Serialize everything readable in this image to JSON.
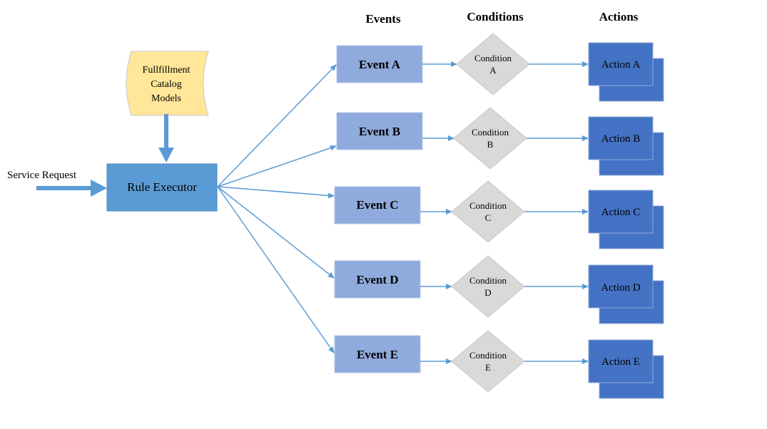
{
  "headers": {
    "events": "Events",
    "conditions": "Conditions",
    "actions": "Actions"
  },
  "service_request": "Service Request",
  "rule_executor": "Rule Executor",
  "catalog": {
    "lines": [
      "Fullfillment",
      "Catalog",
      "Models"
    ]
  },
  "rows": [
    {
      "event": "Event A",
      "condition_line1": "Condition",
      "condition_line2": "A",
      "action": "Action A"
    },
    {
      "event": "Event B",
      "condition_line1": "Condition",
      "condition_line2": "B",
      "action": "Action B"
    },
    {
      "event": "Event C",
      "condition_line1": "Condition",
      "condition_line2": "C",
      "action": "Action C"
    },
    {
      "event": "Event D",
      "condition_line1": "Condition",
      "condition_line2": "D",
      "action": "Action D"
    },
    {
      "event": "Event E",
      "condition_line1": "Condition",
      "condition_line2": "E",
      "action": "Action E"
    }
  ],
  "colors": {
    "rule_executor": "#5B9BD5",
    "event": "#8FAADC",
    "condition": "#D9D9D9",
    "action": "#4472C4",
    "catalog": "#FFE699",
    "arrow": "#5B9BD5"
  }
}
